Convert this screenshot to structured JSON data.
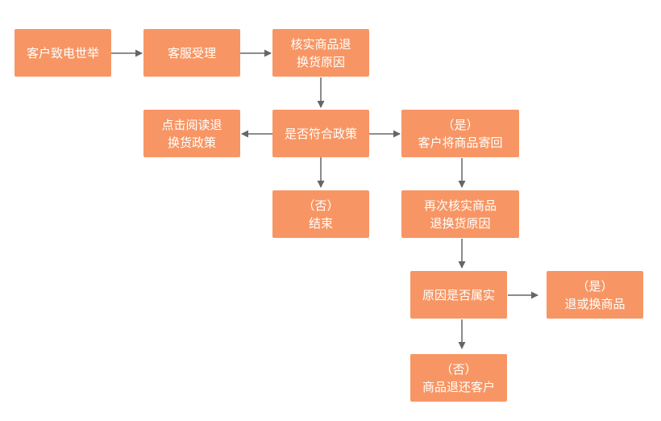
{
  "diagram": {
    "colors": {
      "box": "#F79664",
      "text": "#FFFFFF",
      "arrow": "#666666"
    },
    "nodes": [
      {
        "id": "complaint",
        "lines": [
          "客户致电世举"
        ]
      },
      {
        "id": "service",
        "lines": [
          "客服受理"
        ]
      },
      {
        "id": "verify-reason",
        "lines": [
          "核实商品退",
          "换货原因"
        ]
      },
      {
        "id": "read-policy",
        "lines": [
          "点击阅读退",
          "换货政策"
        ]
      },
      {
        "id": "policy-check",
        "lines": [
          "是否符合政策"
        ]
      },
      {
        "id": "customer-send",
        "lines": [
          "（是）",
          "客户将商品寄回"
        ]
      },
      {
        "id": "end",
        "lines": [
          "（否）",
          "结束"
        ]
      },
      {
        "id": "reverify",
        "lines": [
          "再次核实商品",
          "退换货原因"
        ]
      },
      {
        "id": "reason-check",
        "lines": [
          "原因是否属实"
        ]
      },
      {
        "id": "refund-exchange",
        "lines": [
          "（是）",
          "退或换商品"
        ]
      },
      {
        "id": "return-goods",
        "lines": [
          "（否）",
          "商品退还客户"
        ]
      }
    ]
  }
}
